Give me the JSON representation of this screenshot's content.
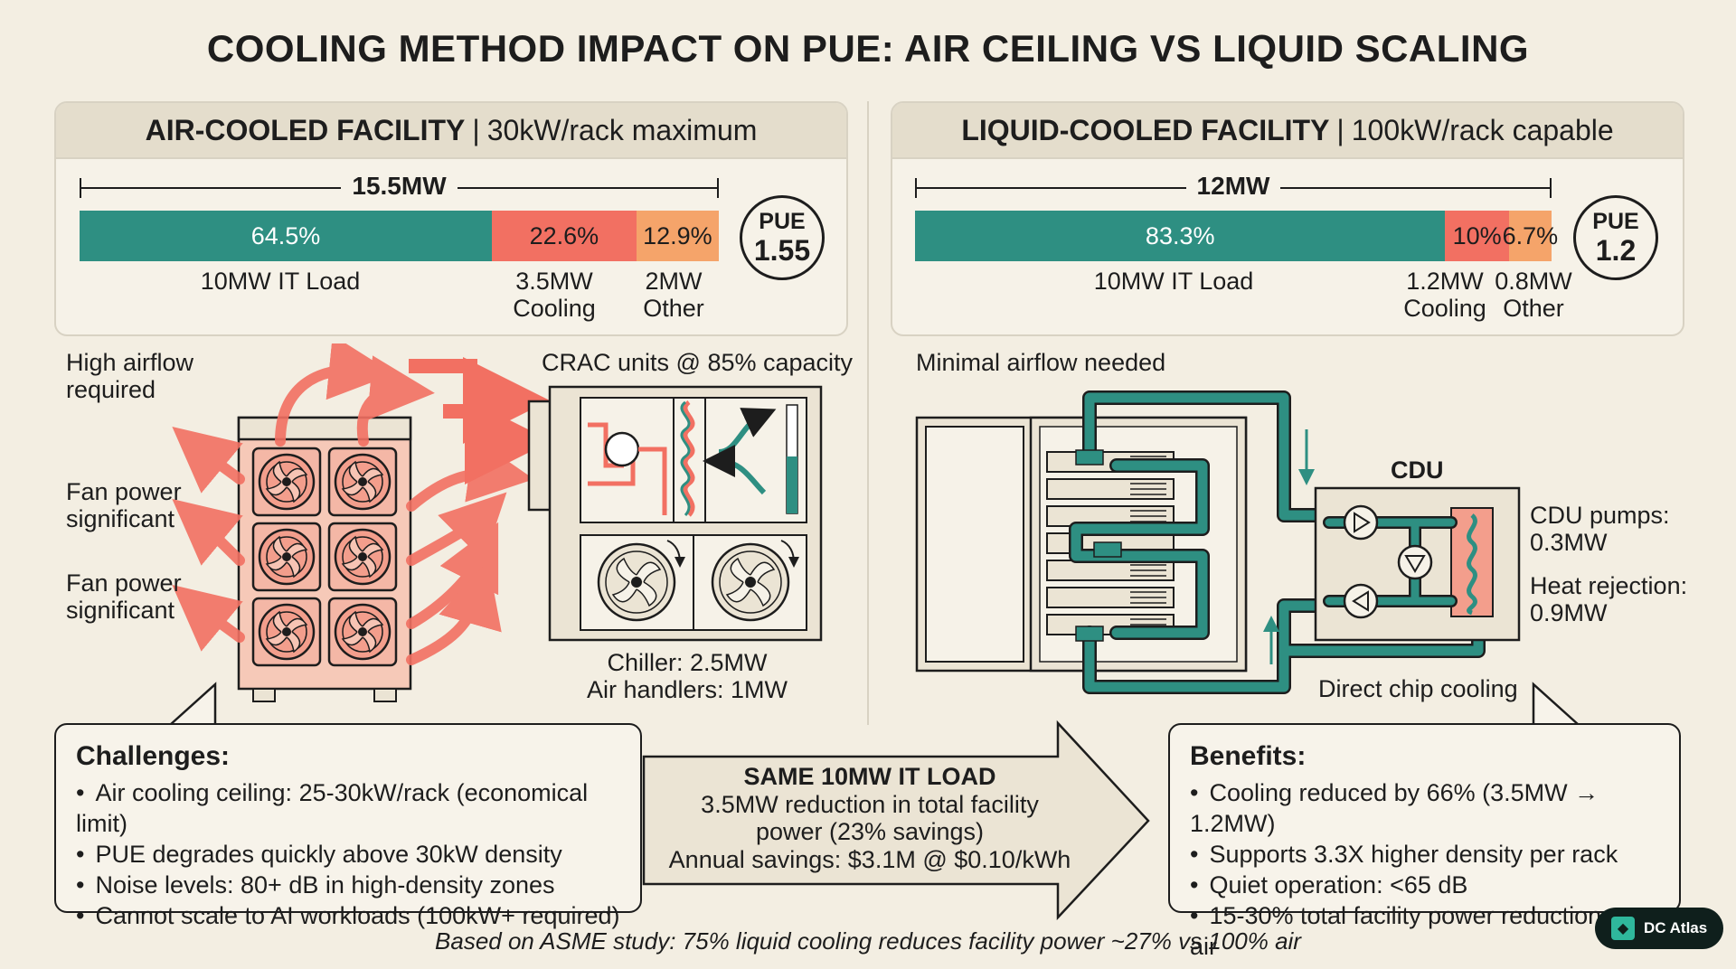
{
  "title": "COOLING METHOD IMPACT ON PUE: AIR CEILING VS LIQUID SCALING",
  "colors": {
    "it": "#2e8f82",
    "cooling": "#f27062",
    "other": "#f5a46a",
    "pipe": "#2e8f82",
    "airflow": "#f27062"
  },
  "air": {
    "heading_bold": "AIR-COOLED FACILITY",
    "heading_rest": "30kW/rack maximum",
    "total": "15.5MW",
    "bar": [
      {
        "pct": "64.5%",
        "share": 64.5,
        "color": "#2e8f82"
      },
      {
        "pct": "22.6%",
        "share": 22.6,
        "color": "#f27062"
      },
      {
        "pct": "12.9%",
        "share": 12.9,
        "color": "#f5a46a"
      }
    ],
    "label_it": "10MW IT Load",
    "label_cooling_mw": "3.5MW",
    "label_cooling": "Cooling",
    "label_other_mw": "2MW",
    "label_other": "Other",
    "pue_label": "PUE",
    "pue_value": "1.55",
    "note_airflow_1": "High airflow",
    "note_airflow_2": "required",
    "note_fan_a1": "Fan power",
    "note_fan_a2": "significant",
    "note_fan_b1": "Fan power",
    "note_fan_b2": "significant",
    "crac_label": "CRAC units @ 85% capacity",
    "chiller": "Chiller: 2.5MW",
    "air_handlers": "Air handlers: 1MW"
  },
  "liquid": {
    "heading_bold": "LIQUID-COOLED FACILITY",
    "heading_rest": "100kW/rack capable",
    "total": "12MW",
    "bar": [
      {
        "pct": "83.3%",
        "share": 83.3,
        "color": "#2e8f82"
      },
      {
        "pct": "10%",
        "share": 10,
        "color": "#f27062"
      },
      {
        "pct": "6.7%",
        "share": 6.7,
        "color": "#f5a46a"
      }
    ],
    "label_it": "10MW IT Load",
    "label_cooling_mw": "1.2MW",
    "label_cooling": "Cooling",
    "label_other_mw": "0.8MW",
    "label_other": "Other",
    "pue_label": "PUE",
    "pue_value": "1.2",
    "note_airflow": "Minimal airflow needed",
    "cdu_label": "CDU",
    "pumps_1": "CDU pumps:",
    "pumps_2": "0.3MW",
    "heat_1": "Heat rejection:",
    "heat_2": "0.9MW",
    "direct_chip": "Direct chip cooling"
  },
  "challenges": {
    "title": "Challenges:",
    "items": [
      "Air cooling ceiling: 25-30kW/rack (economical limit)",
      "PUE degrades quickly above 30kW density",
      "Noise levels: 80+ dB in high-density zones",
      "Cannot scale to AI workloads (100kW+ required)"
    ]
  },
  "center": {
    "title": "SAME 10MW IT LOAD",
    "line1": "3.5MW reduction in total facility",
    "line2": "power (23% savings)",
    "line3": "Annual savings: $3.1M @ $0.10/kWh"
  },
  "benefits": {
    "title": "Benefits:",
    "items": [
      "Cooling reduced by 66% (3.5MW → 1.2MW)",
      "Supports 3.3X higher density per rack",
      "Quiet operation: <65 dB",
      "15-30% total facility power reduction vs air"
    ]
  },
  "footer": "Based on ASME study: 75% liquid cooling reduces facility power ~27% vs 100% air",
  "logo": "DC Atlas"
}
